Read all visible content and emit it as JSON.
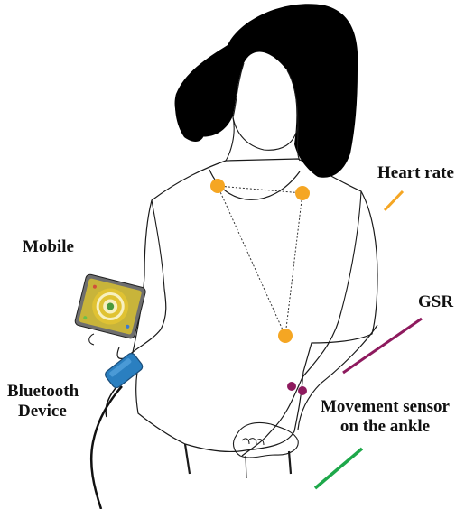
{
  "labels": {
    "heart_rate": "Heart rate",
    "mobile": "Mobile",
    "gsr": "GSR",
    "bluetooth_line1": "Bluetooth",
    "bluetooth_line2": "Device",
    "movement_line1": "Movement sensor",
    "movement_line2": "on the ankle"
  },
  "colors": {
    "background": "#ffffff",
    "outline": "#1a1a1a",
    "hair": "#000000",
    "heart_rate_sensor": "#f5a623",
    "gsr_sensor": "#8e1a5e",
    "movement_sensor": "#1ea84a",
    "bluetooth_device": "#2a7fc0"
  },
  "icons": [
    "phone-icon",
    "bluetooth-device-icon"
  ]
}
